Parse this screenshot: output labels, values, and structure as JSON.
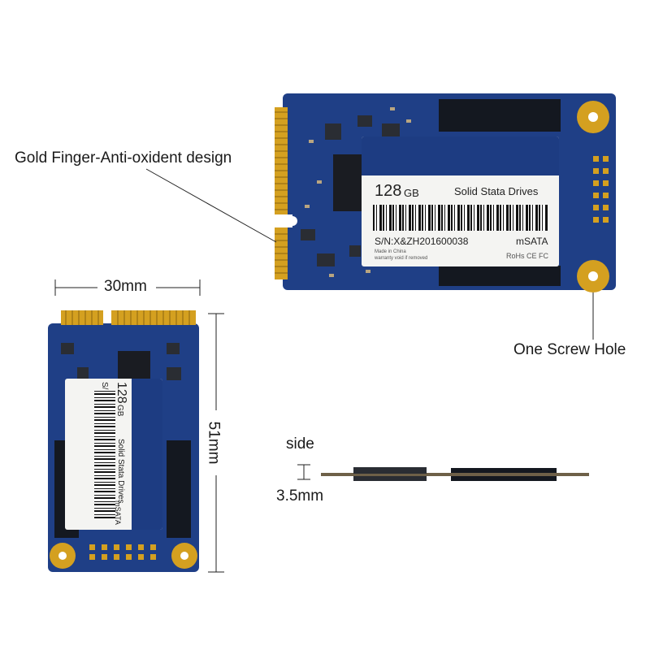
{
  "callouts": {
    "gold_finger": "Gold Finger-Anti-oxident design",
    "screw_hole": "One Screw Hole",
    "side": "side"
  },
  "dimensions": {
    "width": "30mm",
    "length": "51mm",
    "thickness": "3.5mm"
  },
  "drive_label": {
    "capacity_number": "128",
    "capacity_unit": "GB",
    "product_name": "Solid Stata Drives",
    "serial": "S/N:X&ZH201600038",
    "form_factor": "mSATA",
    "origin": "Made in China",
    "warranty": "warranty void if removed",
    "certifications": "RoHs CE FC"
  },
  "colors": {
    "pcb_blue": "#1f3f86",
    "gold": "#d4a020",
    "label_white": "#f4f4f2"
  }
}
